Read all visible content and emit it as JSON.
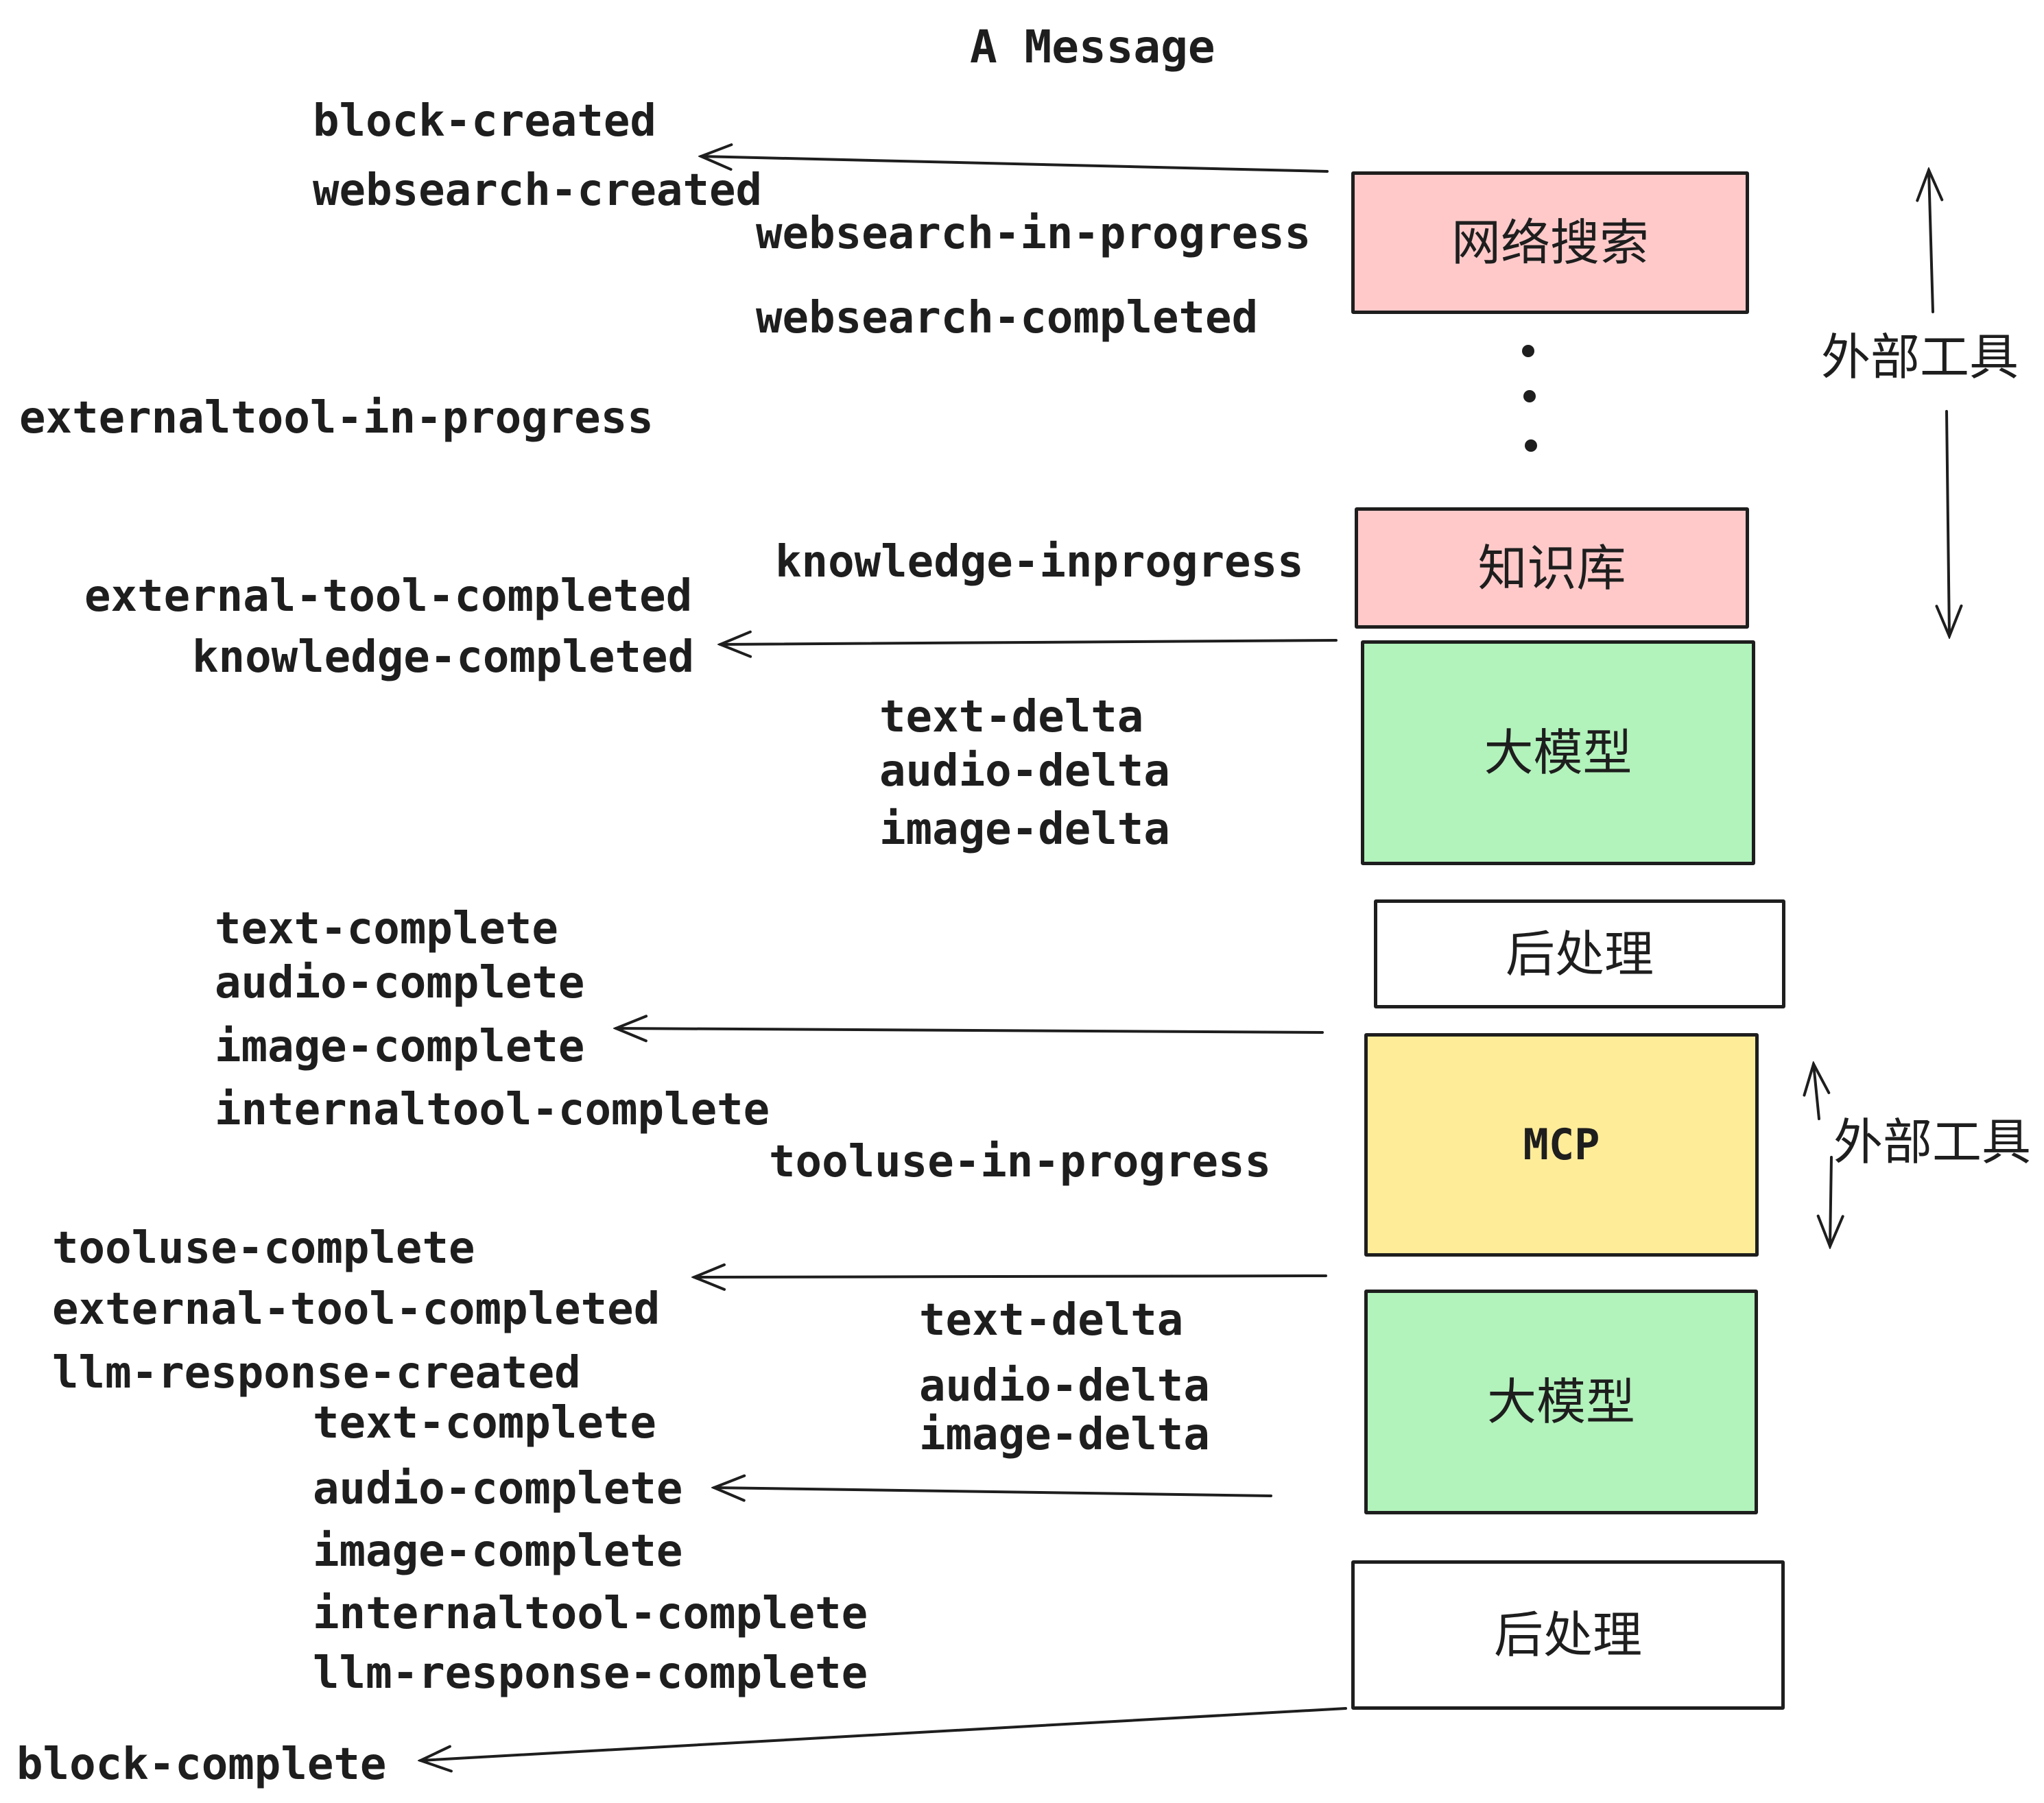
{
  "title": "A Message",
  "colors": {
    "ink": "#1e1e1e",
    "pink": "#ffc9c9",
    "green": "#b2f2bb",
    "yellow": "#ffec99",
    "white": "#ffffff"
  },
  "boxes": [
    {
      "label": "网络搜索",
      "color": "pink"
    },
    {
      "label": "知识库",
      "color": "pink"
    },
    {
      "label": "大模型",
      "color": "green"
    },
    {
      "label": "后处理",
      "color": "white"
    },
    {
      "label": "MCP",
      "color": "yellow"
    },
    {
      "label": "大模型",
      "color": "green"
    },
    {
      "label": "后处理",
      "color": "white"
    }
  ],
  "left_events": [
    {
      "text": "block-created"
    },
    {
      "text": "websearch-created"
    },
    {
      "text": "externaltool-in-progress"
    },
    {
      "text": "external-tool-completed"
    },
    {
      "text": "knowledge-completed"
    },
    {
      "text": "text-complete"
    },
    {
      "text": "audio-complete"
    },
    {
      "text": "image-complete"
    },
    {
      "text": "internaltool-complete"
    },
    {
      "text": "tooluse-complete"
    },
    {
      "text": "external-tool-completed"
    },
    {
      "text": "llm-response-created"
    },
    {
      "text": "text-complete"
    },
    {
      "text": "audio-complete"
    },
    {
      "text": "image-complete"
    },
    {
      "text": "internaltool-complete"
    },
    {
      "text": "llm-response-complete"
    },
    {
      "text": "block-complete"
    }
  ],
  "mid_events": [
    {
      "text": "websearch-in-progress"
    },
    {
      "text": "websearch-completed"
    },
    {
      "text": "knowledge-inprogress"
    },
    {
      "text": "text-delta"
    },
    {
      "text": "audio-delta"
    },
    {
      "text": "image-delta"
    },
    {
      "text": "tooluse-in-progress"
    },
    {
      "text": "text-delta"
    },
    {
      "text": "audio-delta"
    },
    {
      "text": "image-delta"
    }
  ],
  "annotations": [
    {
      "text": "外部工具"
    },
    {
      "text": "外部工具"
    }
  ]
}
